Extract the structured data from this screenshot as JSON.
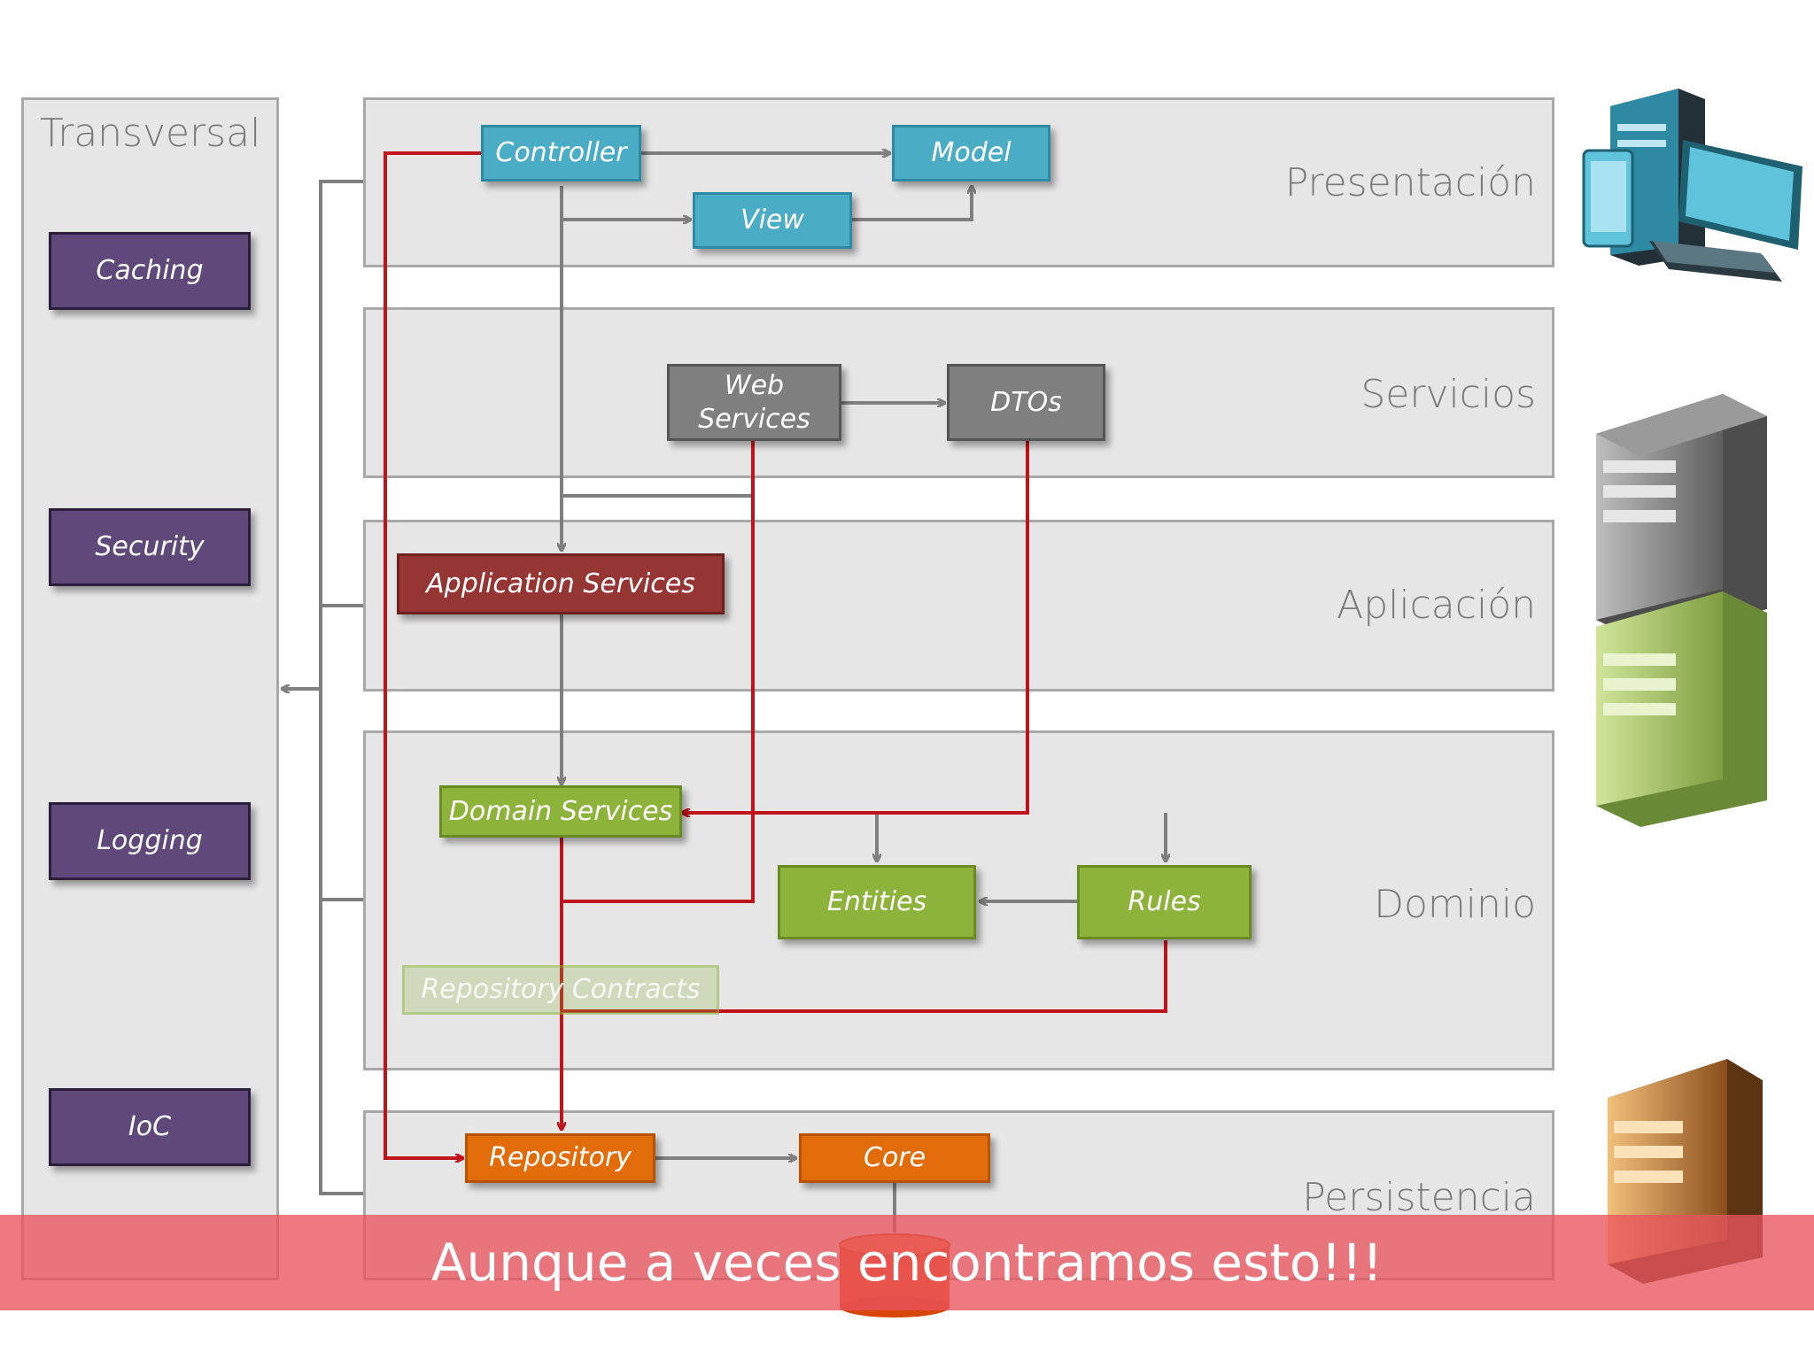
{
  "transversal": {
    "title": "Transversal",
    "items": [
      "Caching",
      "Security",
      "Logging",
      "IoC"
    ]
  },
  "layers": {
    "presentacion": "Presentación",
    "servicios": "Servicios",
    "aplicacion": "Aplicación",
    "dominio": "Dominio",
    "persistencia": "Persistencia"
  },
  "boxes": {
    "controller": "Controller",
    "model": "Model",
    "view": "View",
    "web_services_line1": "Web",
    "web_services_line2": "Services",
    "dtos": "DTOs",
    "application_services": "Application Services",
    "domain_services": "Domain Services",
    "entities": "Entities",
    "rules": "Rules",
    "repository_contracts": "Repository Contracts",
    "repository": "Repository",
    "core": "Core"
  },
  "banner": "Aunque a veces encontramos esto!!!",
  "colors": {
    "presentation": "#4bacc6",
    "services": "#7f7f7f",
    "application": "#963634",
    "domain": "#8db33a",
    "persistence": "#e36c0a",
    "transversal": "#5f497a",
    "red_flow": "#c0141c",
    "banner": "#e8545c"
  }
}
